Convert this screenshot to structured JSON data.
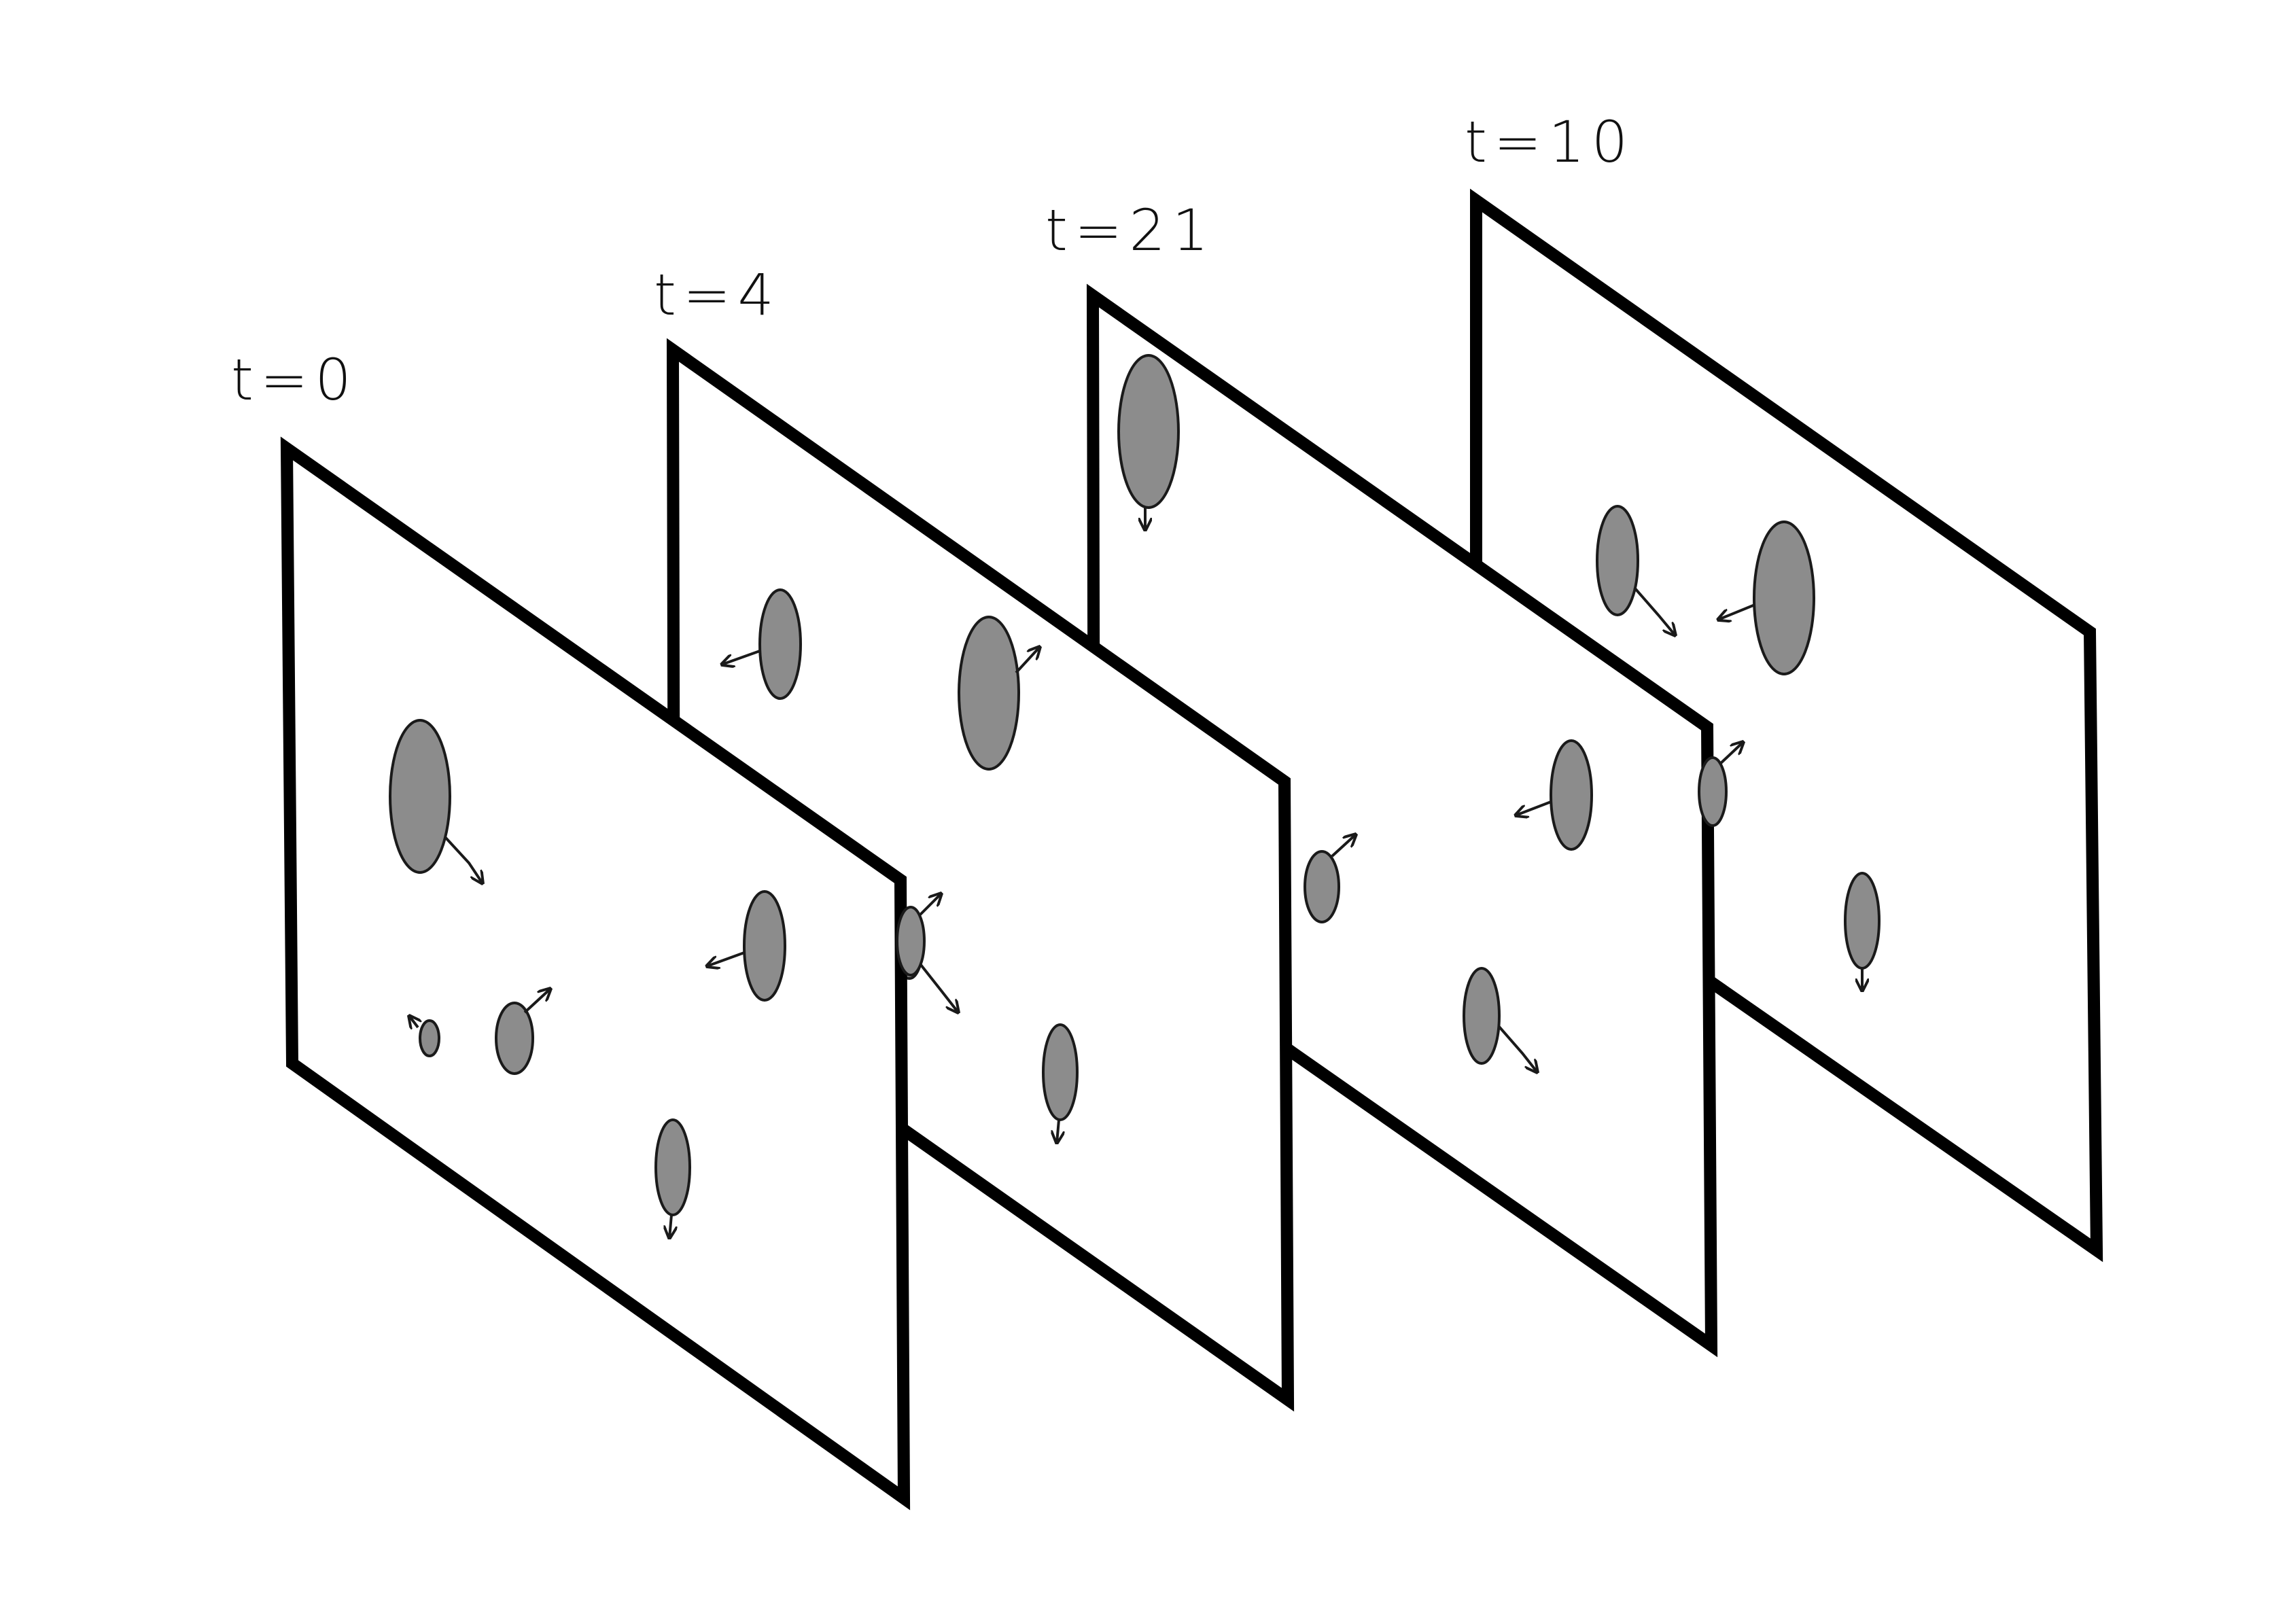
{
  "frames": [
    {
      "label": "t=0"
    },
    {
      "label": "t=4"
    },
    {
      "label": "t=21"
    },
    {
      "label": "t=10"
    }
  ],
  "colors": {
    "frame_stroke": "#000000",
    "blob_fill": "#8c8c8c",
    "blob_stroke": "#1a1a1a",
    "arrow_stroke": "#1a1a1a",
    "background": "#ffffff"
  }
}
